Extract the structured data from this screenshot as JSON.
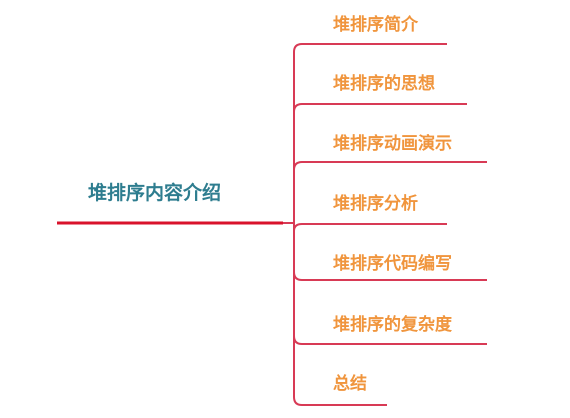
{
  "root": {
    "label": "堆排序内容介绍"
  },
  "branches": [
    {
      "label": "堆排序简介"
    },
    {
      "label": "堆排序的思想"
    },
    {
      "label": "堆排序动画演示"
    },
    {
      "label": "堆排序分析"
    },
    {
      "label": "堆排序代码编写"
    },
    {
      "label": "堆排序的复杂度"
    },
    {
      "label": "总结"
    }
  ],
  "colors": {
    "root_text": "#2e7d8f",
    "root_line": "#d9122b",
    "branch_text": "#f0953d",
    "branch_line": "#d83a55"
  }
}
